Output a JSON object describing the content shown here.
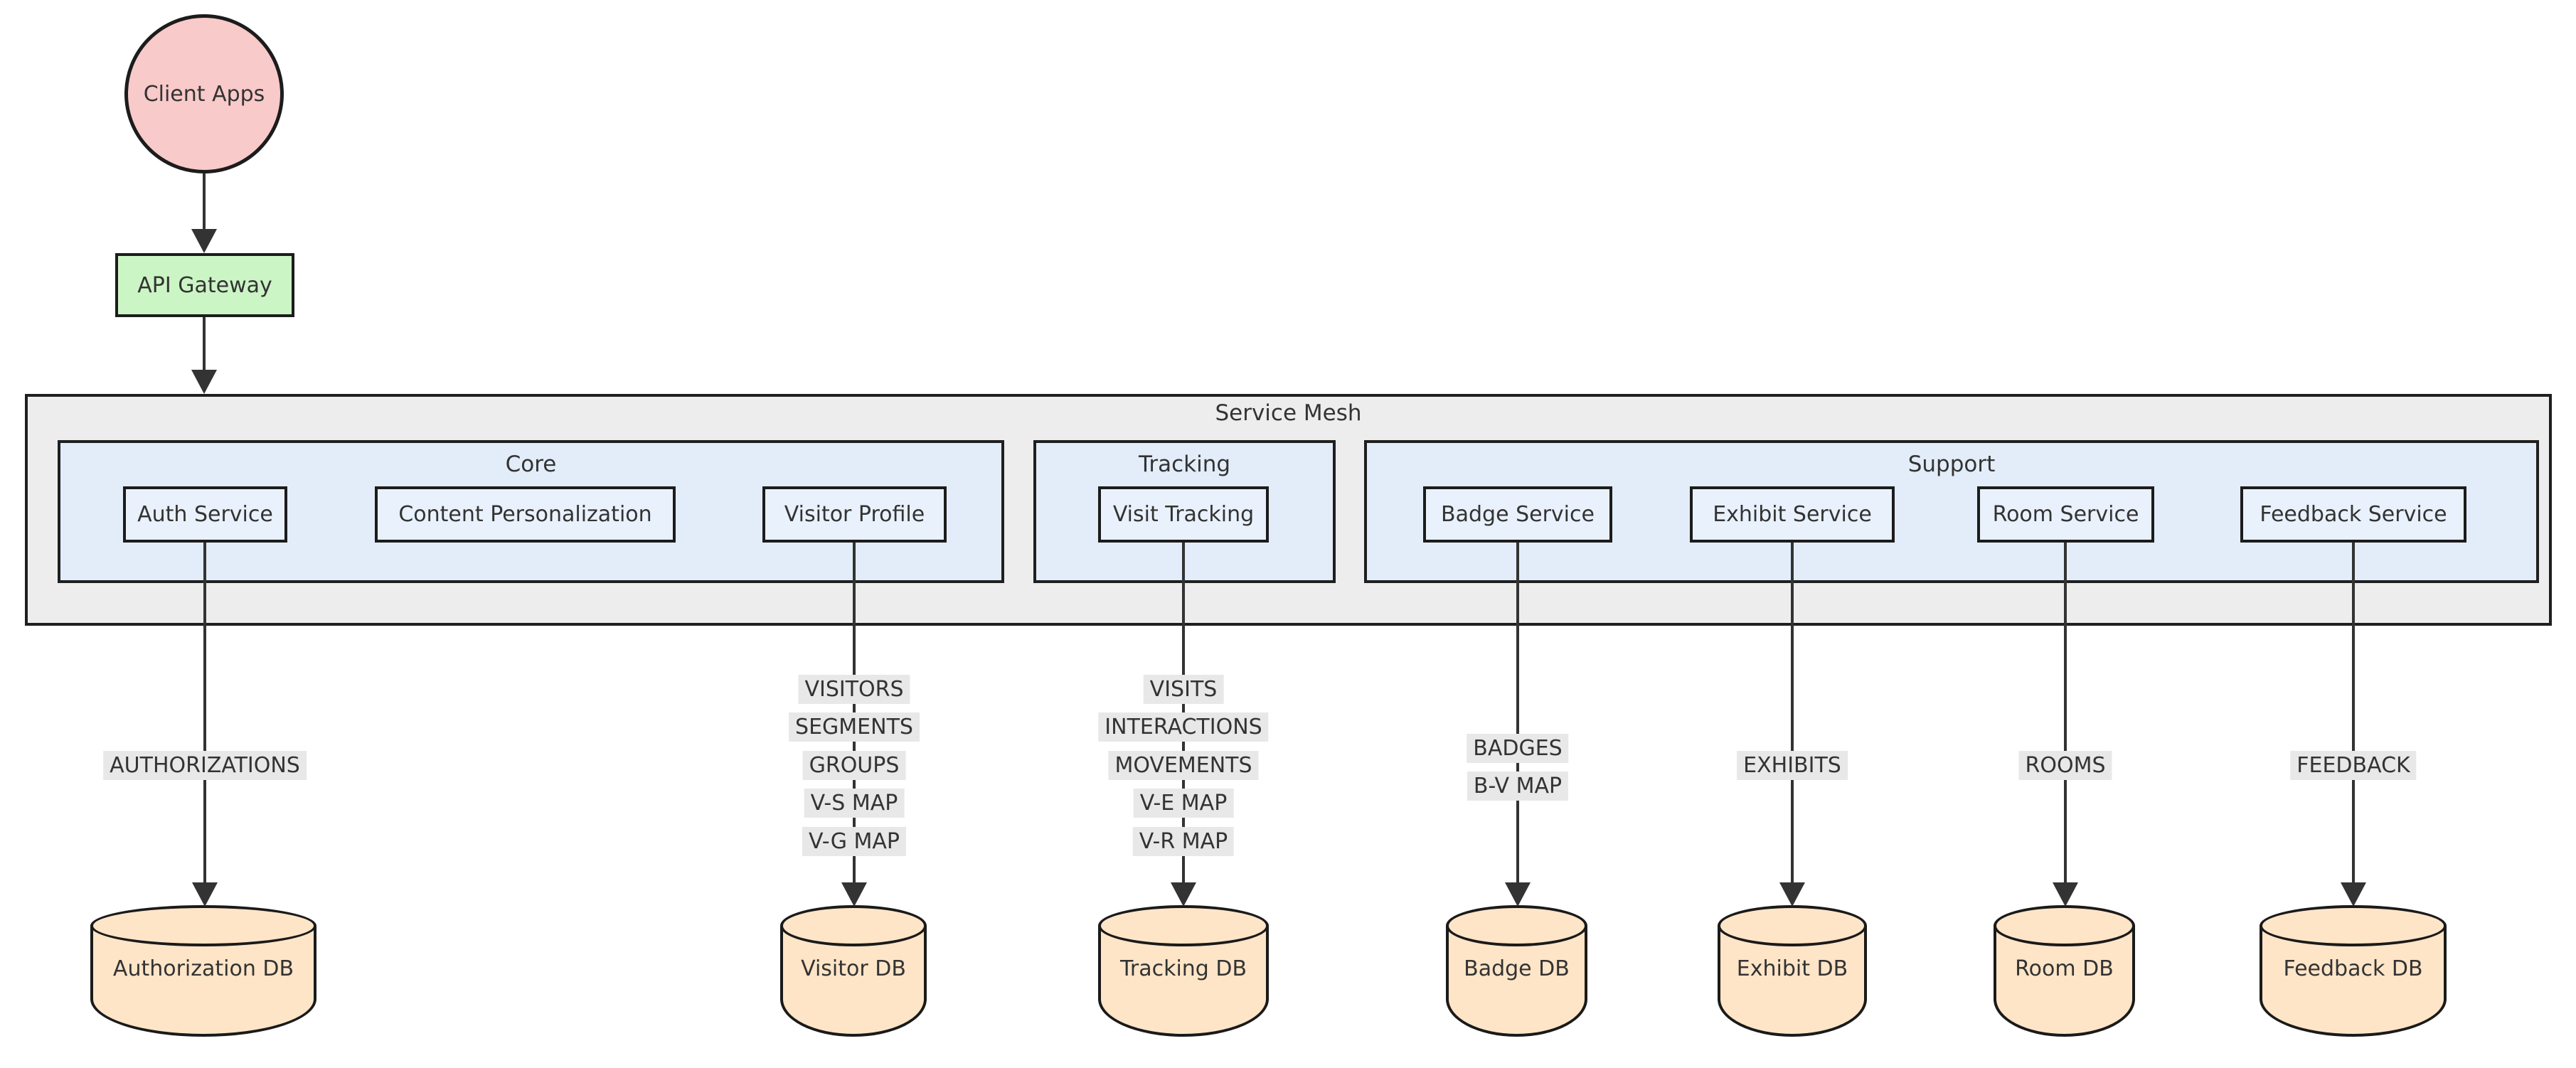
{
  "nodes": {
    "client_apps": {
      "label": "Client Apps"
    },
    "api_gateway": {
      "label": "API Gateway"
    }
  },
  "mesh": {
    "label": "Service Mesh",
    "groups": [
      {
        "label": "Core",
        "services": [
          "Auth Service",
          "Content Personalization",
          "Visitor Profile"
        ]
      },
      {
        "label": "Tracking",
        "services": [
          "Visit Tracking"
        ]
      },
      {
        "label": "Support",
        "services": [
          "Badge Service",
          "Exhibit Service",
          "Room Service",
          "Feedback Service"
        ]
      }
    ]
  },
  "edges": [
    {
      "from": "Client Apps",
      "to": "API Gateway",
      "labels": []
    },
    {
      "from": "API Gateway",
      "to": "Service Mesh",
      "labels": []
    },
    {
      "from": "Auth Service",
      "to": "Authorization DB",
      "labels": [
        "AUTHORIZATIONS"
      ]
    },
    {
      "from": "Visitor Profile",
      "to": "Visitor DB",
      "labels": [
        "VISITORS",
        "SEGMENTS",
        "GROUPS",
        "V-S MAP",
        "V-G MAP"
      ]
    },
    {
      "from": "Visit Tracking",
      "to": "Tracking DB",
      "labels": [
        "VISITS",
        "INTERACTIONS",
        "MOVEMENTS",
        "V-E MAP",
        "V-R MAP"
      ]
    },
    {
      "from": "Badge Service",
      "to": "Badge DB",
      "labels": [
        "BADGES",
        "B-V MAP"
      ]
    },
    {
      "from": "Exhibit Service",
      "to": "Exhibit DB",
      "labels": [
        "EXHIBITS"
      ]
    },
    {
      "from": "Room Service",
      "to": "Room DB",
      "labels": [
        "ROOMS"
      ]
    },
    {
      "from": "Feedback Service",
      "to": "Feedback DB",
      "labels": [
        "FEEDBACK"
      ]
    }
  ],
  "databases": [
    "Authorization DB",
    "Visitor DB",
    "Tracking DB",
    "Badge DB",
    "Exhibit DB",
    "Room DB",
    "Feedback DB"
  ],
  "colors": {
    "client_apps_fill": "#f9caca",
    "api_gateway_fill": "#ccf5c5",
    "mesh_fill": "#ededed",
    "group_fill": "#e2edf9",
    "service_fill": "#e9f1fc",
    "db_fill": "#ffe5c7",
    "edge_label_bg": "#e8e8e8",
    "border": "#1c1c1c",
    "line": "#333333",
    "text": "#333333"
  }
}
